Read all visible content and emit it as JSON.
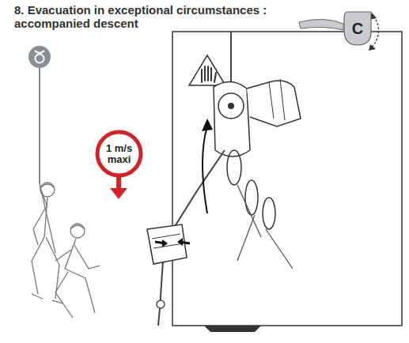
{
  "diagram": {
    "title": "8. Evacuation in exceptional circumstances : accompanied descent",
    "nodes": [
      {
        "text": [
          "C"
        ]
      },
      {
        "text": [
          "1 m/s maxi"
        ]
      }
    ]
  }
}
